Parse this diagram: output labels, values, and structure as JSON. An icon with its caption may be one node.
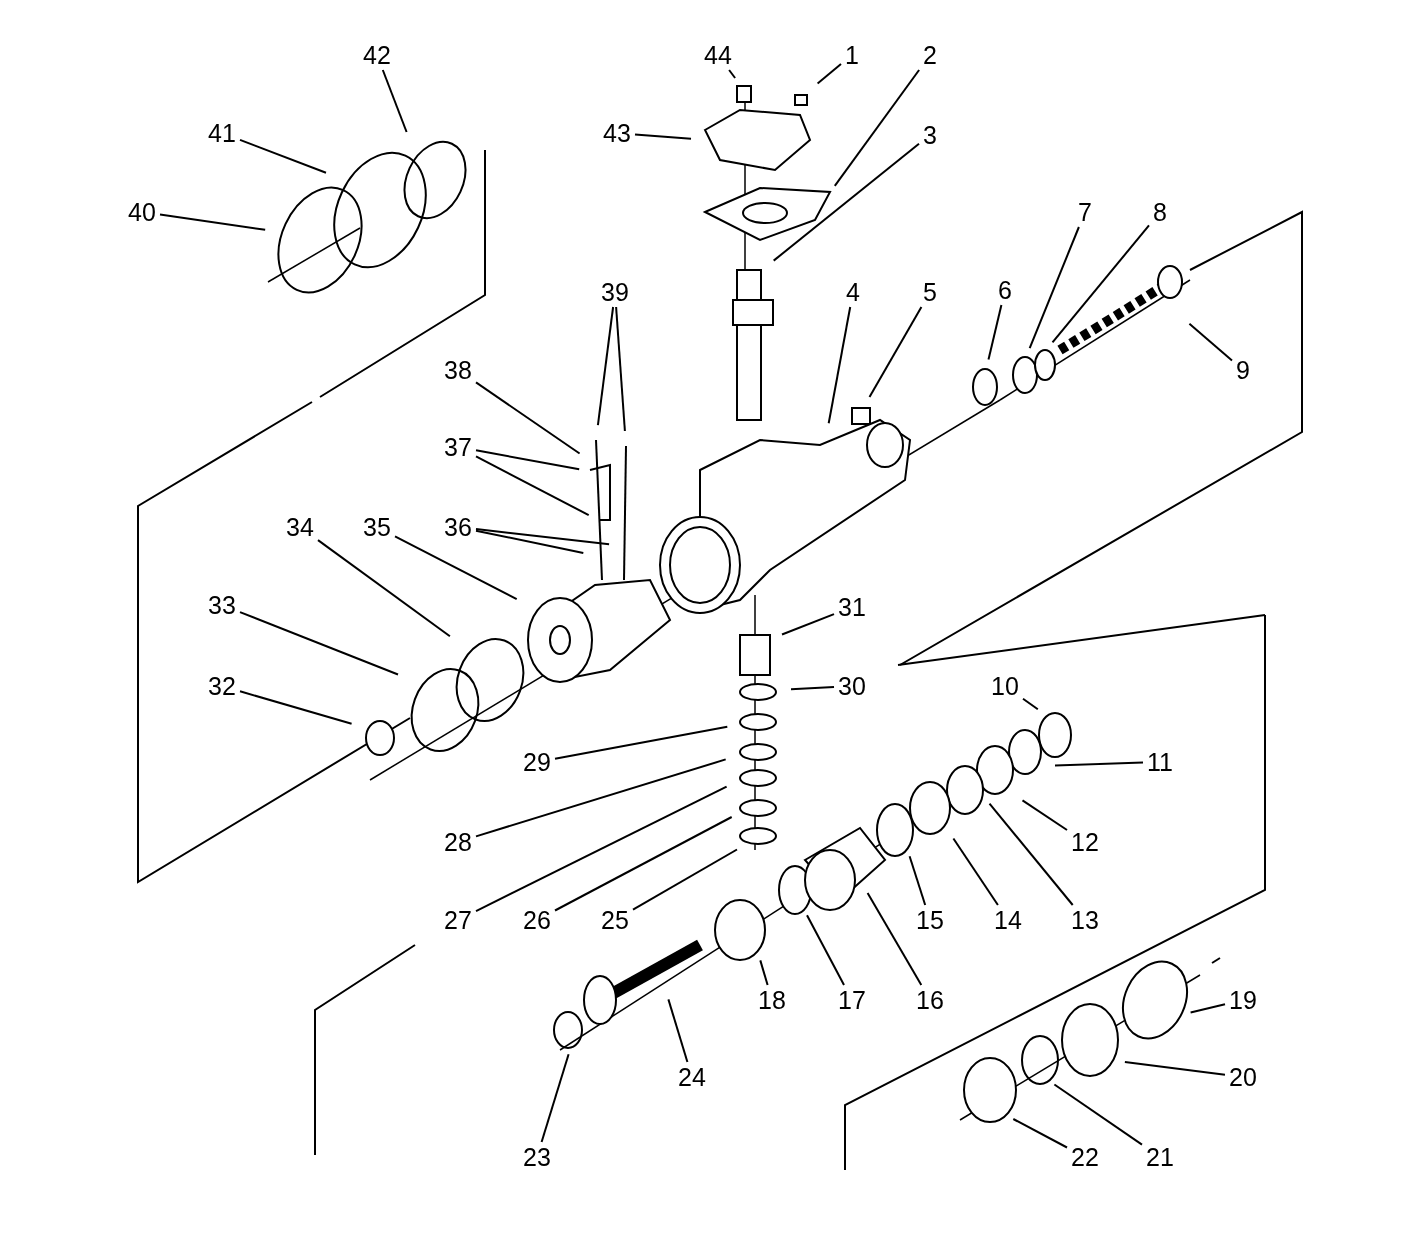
{
  "diagram": {
    "nodes": [
      {
        "text": [
          "1"
        ]
      },
      {
        "text": [
          "2"
        ]
      },
      {
        "text": [
          "3"
        ]
      },
      {
        "text": [
          "4"
        ]
      },
      {
        "text": [
          "5"
        ]
      },
      {
        "text": [
          "6"
        ]
      },
      {
        "text": [
          "7"
        ]
      },
      {
        "text": [
          "8"
        ]
      },
      {
        "text": [
          "9"
        ]
      },
      {
        "text": [
          "10"
        ]
      },
      {
        "text": [
          "11"
        ]
      },
      {
        "text": [
          "12"
        ]
      },
      {
        "text": [
          "13"
        ]
      },
      {
        "text": [
          "14"
        ]
      },
      {
        "text": [
          "15"
        ]
      },
      {
        "text": [
          "16"
        ]
      },
      {
        "text": [
          "17"
        ]
      },
      {
        "text": [
          "18"
        ]
      },
      {
        "text": [
          "19"
        ]
      },
      {
        "text": [
          "20"
        ]
      },
      {
        "text": [
          "21"
        ]
      },
      {
        "text": [
          "22"
        ]
      },
      {
        "text": [
          "23"
        ]
      },
      {
        "text": [
          "24"
        ]
      },
      {
        "text": [
          "25"
        ]
      },
      {
        "text": [
          "26"
        ]
      },
      {
        "text": [
          "27"
        ]
      },
      {
        "text": [
          "28"
        ]
      },
      {
        "text": [
          "29"
        ]
      },
      {
        "text": [
          "30"
        ]
      },
      {
        "text": [
          "31"
        ]
      },
      {
        "text": [
          "32"
        ]
      },
      {
        "text": [
          "33"
        ]
      },
      {
        "text": [
          "34"
        ]
      },
      {
        "text": [
          "35"
        ]
      },
      {
        "text": [
          "36"
        ]
      },
      {
        "text": [
          "37"
        ]
      },
      {
        "text": [
          "38"
        ]
      },
      {
        "text": [
          "39"
        ]
      },
      {
        "text": [
          "40"
        ]
      },
      {
        "text": [
          "41"
        ]
      },
      {
        "text": [
          "42"
        ]
      },
      {
        "text": [
          "43"
        ]
      },
      {
        "text": [
          "44"
        ]
      }
    ],
    "edges": [
      {
        "from": 0,
        "to": null,
        "arrow": "none"
      },
      {
        "from": 1,
        "to": null,
        "arrow": "none"
      },
      {
        "from": 2,
        "to": null,
        "arrow": "none"
      },
      {
        "from": 3,
        "to": null,
        "arrow": "none"
      },
      {
        "from": 4,
        "to": null,
        "arrow": "none"
      },
      {
        "from": 5,
        "to": null,
        "arrow": "none"
      },
      {
        "from": 6,
        "to": null,
        "arrow": "none"
      },
      {
        "from": 7,
        "to": null,
        "arrow": "none"
      },
      {
        "from": 8,
        "to": null,
        "arrow": "none"
      },
      {
        "from": 9,
        "to": null,
        "arrow": "none"
      },
      {
        "from": 10,
        "to": null,
        "arrow": "none"
      },
      {
        "from": 11,
        "to": null,
        "arrow": "none"
      },
      {
        "from": 12,
        "to": null,
        "arrow": "none"
      },
      {
        "from": 13,
        "to": null,
        "arrow": "none"
      },
      {
        "from": 14,
        "to": null,
        "arrow": "none"
      },
      {
        "from": 15,
        "to": null,
        "arrow": "none"
      },
      {
        "from": 16,
        "to": null,
        "arrow": "none"
      },
      {
        "from": 17,
        "to": null,
        "arrow": "none"
      },
      {
        "from": 18,
        "to": null,
        "arrow": "none"
      },
      {
        "from": 19,
        "to": null,
        "arrow": "none"
      },
      {
        "from": 20,
        "to": null,
        "arrow": "none"
      },
      {
        "from": 21,
        "to": null,
        "arrow": "none"
      },
      {
        "from": 22,
        "to": null,
        "arrow": "none"
      },
      {
        "from": 23,
        "to": null,
        "arrow": "none"
      },
      {
        "from": 24,
        "to": null,
        "arrow": "none"
      },
      {
        "from": 25,
        "to": null,
        "arrow": "none"
      },
      {
        "from": 26,
        "to": null,
        "arrow": "none"
      },
      {
        "from": 27,
        "to": null,
        "arrow": "none"
      },
      {
        "from": 28,
        "to": null,
        "arrow": "none"
      },
      {
        "from": 29,
        "to": null,
        "arrow": "none"
      },
      {
        "from": 30,
        "to": null,
        "arrow": "none"
      },
      {
        "from": 31,
        "to": null,
        "arrow": "none"
      },
      {
        "from": 32,
        "to": null,
        "arrow": "none"
      },
      {
        "from": 33,
        "to": null,
        "arrow": "none"
      },
      {
        "from": 34,
        "to": null,
        "arrow": "none"
      },
      {
        "from": 35,
        "to": null,
        "arrow": "none"
      },
      {
        "from": 35,
        "to": null,
        "arrow": "none"
      },
      {
        "from": 36,
        "to": null,
        "arrow": "none"
      },
      {
        "from": 36,
        "to": null,
        "arrow": "none"
      },
      {
        "from": 37,
        "to": null,
        "arrow": "none"
      },
      {
        "from": 38,
        "to": null,
        "arrow": "none"
      },
      {
        "from": 38,
        "to": null,
        "arrow": "none"
      },
      {
        "from": 39,
        "to": null,
        "arrow": "none"
      },
      {
        "from": 40,
        "to": null,
        "arrow": "none"
      },
      {
        "from": 41,
        "to": null,
        "arrow": "none"
      },
      {
        "from": 42,
        "to": null,
        "arrow": "none"
      },
      {
        "from": 43,
        "to": null,
        "arrow": "none"
      }
    ]
  }
}
